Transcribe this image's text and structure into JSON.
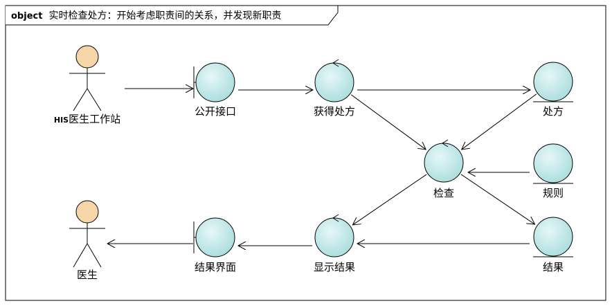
{
  "frame": {
    "keyword": "object",
    "title": "实时检查处方：开始考虑职责间的关系，并发现新职责"
  },
  "actors": [
    {
      "id": "his",
      "label_prefix": "HIS",
      "label": "医生工作站"
    },
    {
      "id": "doctor",
      "label_prefix": "",
      "label": "医生"
    }
  ],
  "boundaries": [
    {
      "id": "api",
      "label": "公开接口"
    },
    {
      "id": "resultui",
      "label": "结果界面"
    }
  ],
  "controls": [
    {
      "id": "getrx",
      "label": "获得处方"
    },
    {
      "id": "check",
      "label": "检查"
    },
    {
      "id": "show",
      "label": "显示结果"
    }
  ],
  "entities": [
    {
      "id": "rx",
      "label": "处方"
    },
    {
      "id": "rule",
      "label": "规则"
    },
    {
      "id": "result",
      "label": "结果"
    }
  ],
  "links": [
    [
      "his",
      "api"
    ],
    [
      "api",
      "getrx"
    ],
    [
      "getrx",
      "rx"
    ],
    [
      "getrx",
      "check"
    ],
    [
      "rx",
      "check"
    ],
    [
      "rule",
      "check"
    ],
    [
      "check",
      "show"
    ],
    [
      "check",
      "result"
    ],
    [
      "result",
      "show"
    ],
    [
      "show",
      "resultui"
    ],
    [
      "resultui",
      "doctor"
    ]
  ],
  "colors": {
    "circle_fill": "#bfe8e8",
    "actor_head": "#f6d6a8",
    "stroke": "#000000"
  }
}
